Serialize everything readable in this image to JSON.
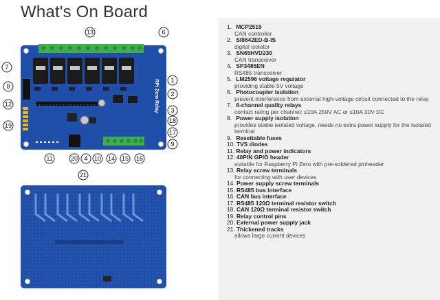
{
  "title": "What's On Board",
  "callouts": [
    "13",
    "6",
    "7",
    "1",
    "8",
    "2",
    "3",
    "12",
    "18",
    "19",
    "17",
    "9",
    "11",
    "20",
    "4",
    "10",
    "14",
    "15",
    "16",
    "21"
  ],
  "components": [
    {
      "num": "1.",
      "name": "MCP2515",
      "desc": "CAN controller"
    },
    {
      "num": "2.",
      "name": "SI8642ED-B-IS",
      "desc": "digital isolator"
    },
    {
      "num": "3.",
      "name": "SN65HVD230",
      "desc": "CAN transceiver"
    },
    {
      "num": "4.",
      "name": "SP3485EN",
      "desc": "RS485 transceiver"
    },
    {
      "num": "5.",
      "name": "LM2596 voltage regulator",
      "desc": "providing stable 5V voltage"
    },
    {
      "num": "6.",
      "name": "Photocoupler isolation",
      "desc": "prevent interference from external high-voltage circuit connected to the relay"
    },
    {
      "num": "7.",
      "name": "6-channel quality relays",
      "desc": "contact rating per channel: ≤10A 250V AC or ≤10A 30V DC"
    },
    {
      "num": "8.",
      "name": "Power supply isolation",
      "desc": "provides stable isolated voltage, needs no extra power supply for the isolated terminal"
    },
    {
      "num": "9.",
      "name": "Resettable fuses",
      "desc": ""
    },
    {
      "num": "10.",
      "name": "TVS diodes",
      "desc": ""
    },
    {
      "num": "11.",
      "name": "Relay and power indicators",
      "desc": ""
    },
    {
      "num": "12.",
      "name": "40PIN GPIO header",
      "desc": "suitable for Raspberry Pi Zero with pre-soldered pinheader"
    },
    {
      "num": "13.",
      "name": "Relay screw terminals",
      "desc": "for connecting with user devices"
    },
    {
      "num": "14.",
      "name": "Power supply screw terminals",
      "desc": ""
    },
    {
      "num": "15.",
      "name": "RS485 bus interface",
      "desc": ""
    },
    {
      "num": "16.",
      "name": "CAN bus interface",
      "desc": ""
    },
    {
      "num": "17.",
      "name": "RS485 120Ω terminal resistor switch",
      "desc": ""
    },
    {
      "num": "18.",
      "name": "CAN 120Ω terminal resistor switch",
      "desc": ""
    },
    {
      "num": "19.",
      "name": "Relay control pins",
      "desc": ""
    },
    {
      "num": "20.",
      "name": "External power supply jack",
      "desc": ""
    },
    {
      "num": "21.",
      "name": "Thickened tracks",
      "desc": "allows large current devices"
    }
  ],
  "board_label": "RPi Zero Relay",
  "colors": {
    "board": "#1f4fa8",
    "board_dark": "#173e86",
    "terminal": "#3fae4e",
    "relay": "#1b1b1b",
    "panel": "#f1f1f1"
  }
}
